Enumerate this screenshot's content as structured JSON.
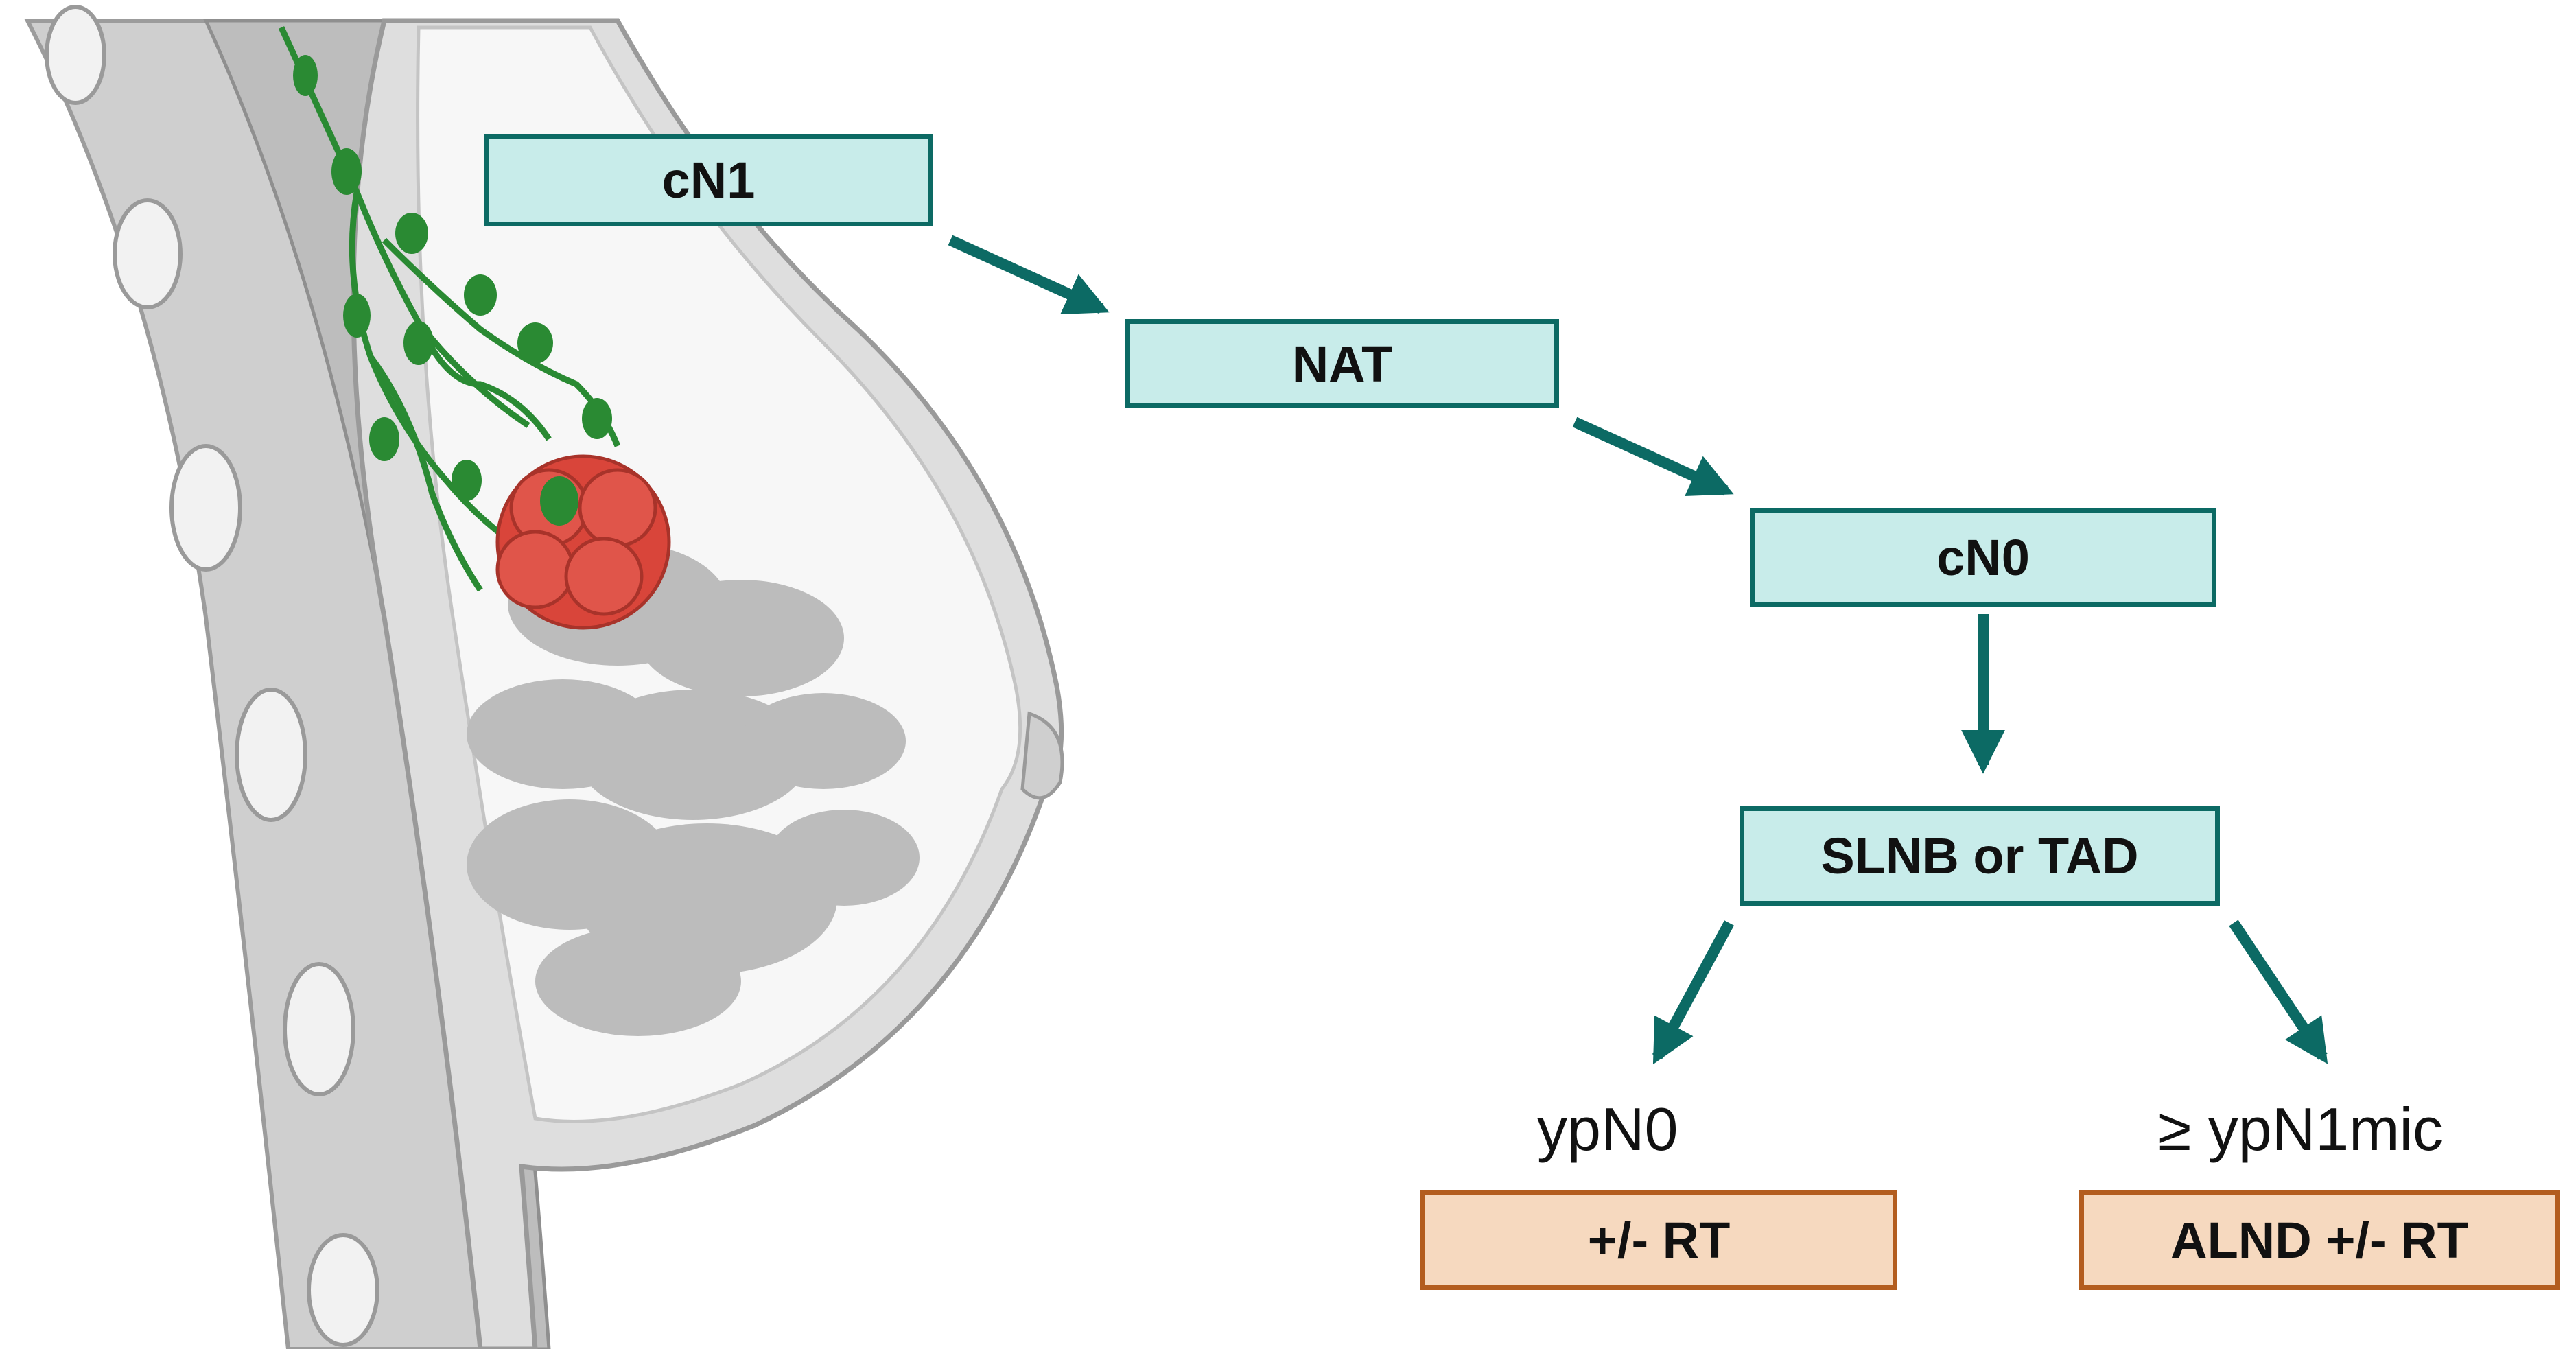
{
  "nodes": {
    "cn1": "cN1",
    "nat": "NAT",
    "cn0": "cN0",
    "surgery": "SLNB or TAD",
    "outcome_left_label": "ypN0",
    "outcome_right_label": "≥ ypN1mic",
    "treatment_left": "+/- RT",
    "treatment_right": "ALND +/- RT"
  },
  "colors": {
    "box_fill": "#c8ecea",
    "box_border": "#0c6a64",
    "arrow": "#0c6a64",
    "treatment_fill": "#f6d9bf",
    "treatment_border": "#b35d1f",
    "tumor": "#d9453a",
    "lymph": "#2a8a33"
  }
}
